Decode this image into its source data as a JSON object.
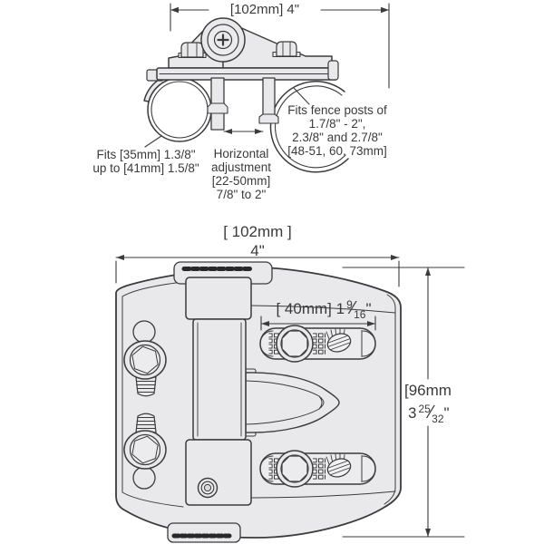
{
  "side_view": {
    "dim_width_label": "[102mm] 4\"",
    "left_post_label": [
      "Fits [35mm] 1.3/8\"",
      "up to [41mm] 1.5/8\""
    ],
    "adjustment_label": [
      "Horizontal",
      "adjustment",
      "[22-50mm]",
      "7/8\" to 2\""
    ],
    "right_post_label": [
      "Fits fence posts of",
      "1.7/8\" - 2\",",
      "2.3/8\" and 2.7/8\"",
      "[48-51, 60, 73mm]"
    ]
  },
  "front_view": {
    "dim_width_metric": "[ 102mm ]",
    "dim_width_imperial": "4\"",
    "slot_dim": {
      "prefix": "[ 40mm] 1",
      "numerator": "9",
      "denominator": "16",
      "suffix": "\""
    },
    "height_dim": {
      "metric": "[96mm",
      "whole": "3",
      "numerator": "25",
      "denominator": "32",
      "suffix": "\""
    }
  },
  "colors": {
    "line": "#3b3b3d",
    "part_fill": "#e9e9eb",
    "background": "#ffffff",
    "serration": "#28282a"
  }
}
